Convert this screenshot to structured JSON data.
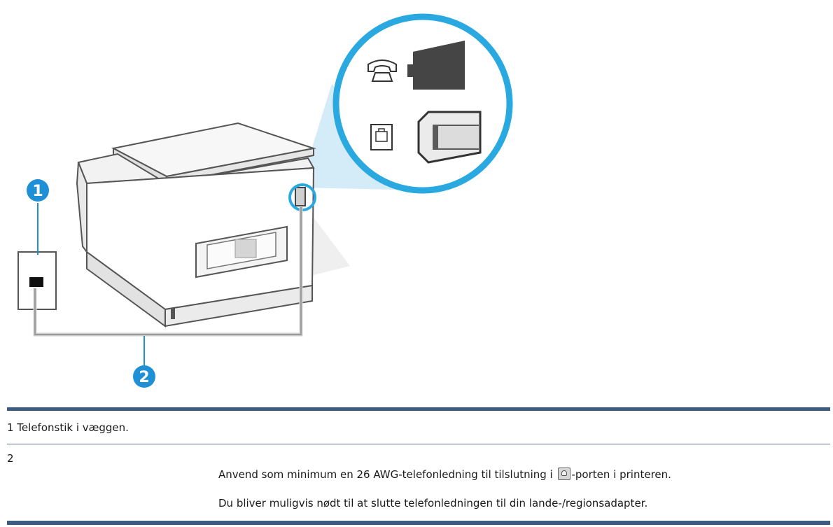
{
  "callouts": [
    {
      "number": "1"
    },
    {
      "number": "2"
    }
  ],
  "legend": {
    "row1": {
      "text": "1 Telefonstik i væggen."
    },
    "row2": {
      "number": "2",
      "line1_before": "Anvend som minimum en 26 AWG-telefonledning til tilslutning i ",
      "line1_after": "-porten i printeren.",
      "line2": "Du bliver muligvis nødt til at slutte telefonledningen til din lande-/regionsadapter."
    }
  },
  "colors": {
    "accent_blue": "#2aa8e0",
    "rule_blue": "#3d5a80",
    "callout_blue": "#1f8fd6",
    "port_dark": "#454545"
  },
  "icons": [
    "telephone-handset-icon",
    "wall-jack-icon",
    "port-icon"
  ]
}
